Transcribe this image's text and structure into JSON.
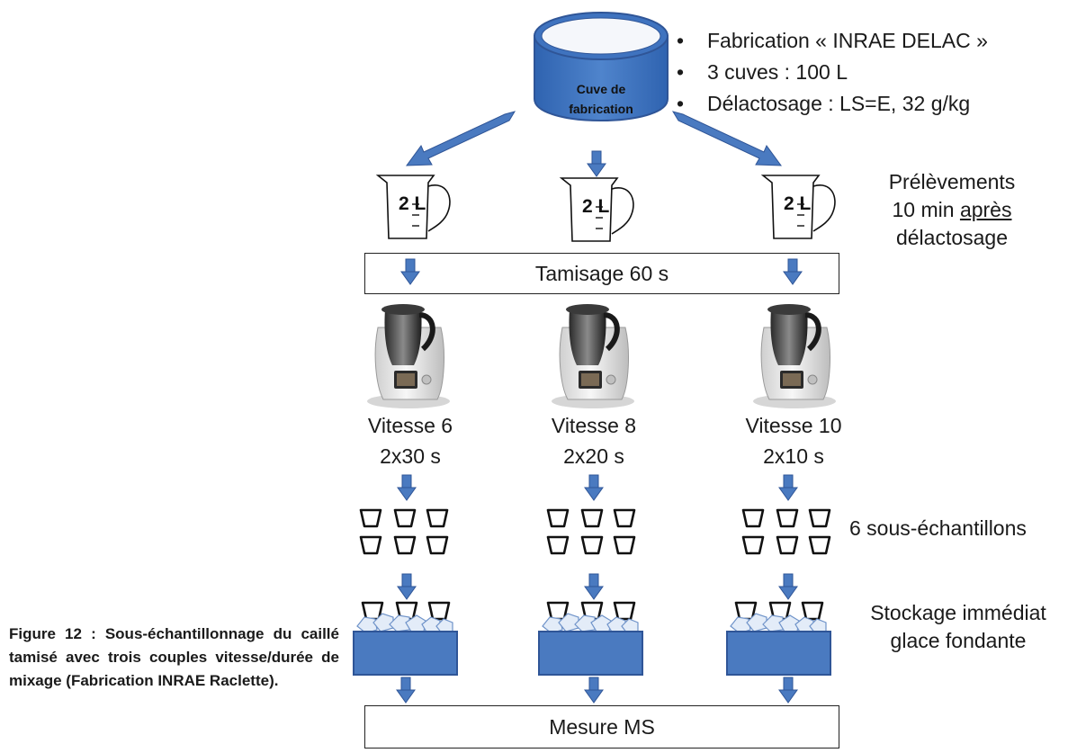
{
  "vat": {
    "label_line1": "Cuve de",
    "label_line2": "fabrication"
  },
  "bullets": [
    "Fabrication « INRAE DELAC »",
    "3 cuves : 100 L",
    "Délactosage : LS=E, 32 g/kg"
  ],
  "pitcher_label": "2 L",
  "sampling": {
    "line1": "Prélèvements",
    "line2_prefix": "10 min ",
    "line2_underlined": "après",
    "line3": "délactosage"
  },
  "sieving_box": "Tamisage 60 s",
  "speeds": [
    {
      "speed": "Vitesse 6",
      "duration": "2x30 s"
    },
    {
      "speed": "Vitesse 8",
      "duration": "2x20 s"
    },
    {
      "speed": "Vitesse 10",
      "duration": "2x10 s"
    }
  ],
  "subsamples_label": "6 sous-échantillons",
  "storage": {
    "line1": "Stockage immédiat",
    "line2": "glace fondante"
  },
  "measure_box": "Mesure MS",
  "figure_caption": "Figure 12 : Sous-échantillonnage du caillé tamisé avec trois couples vitesse/durée de mixage (Fabrication INRAE Raclette).",
  "colors": {
    "blue": "#4a7ac0",
    "blue_stroke": "#2f5597",
    "dark_blue": "#1f4e79"
  }
}
